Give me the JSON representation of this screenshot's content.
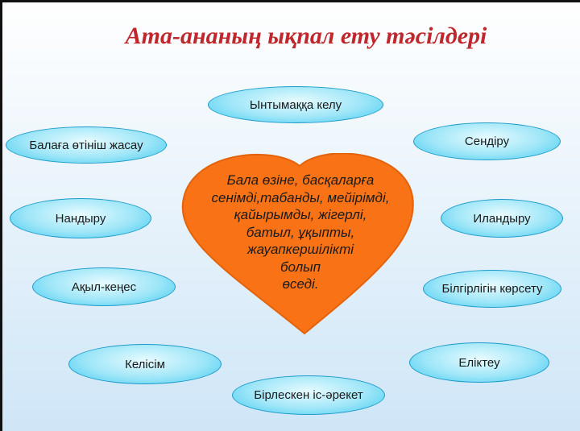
{
  "title": "Ата-ананың ықпал ету тәсілдері",
  "center": {
    "lines": [
      "Бала өзіне, басқаларға",
      "сенімді,табанды, мейірімді,",
      "қайырымды, жігерлі,",
      "батыл, ұқыпты,",
      "жауапкершілікті",
      "болып",
      "өседі."
    ]
  },
  "methods": {
    "top": "Ынтымаққа келу",
    "request": "Балаға өтініш жасау",
    "trust": "Сендіру",
    "convince_left": "Нандыру",
    "convince_right": "Иландыру",
    "advice": "Ақыл-кеңес",
    "show_knowledge": "Білгірлігін көрсету",
    "agreement": "Келісім",
    "imitation": "Еліктеу",
    "joint_activity": "Бірлескен іс-әрекет"
  },
  "colors": {
    "title": "#c0272d",
    "heart": "#f97316",
    "oval": "#5fd1f2"
  }
}
